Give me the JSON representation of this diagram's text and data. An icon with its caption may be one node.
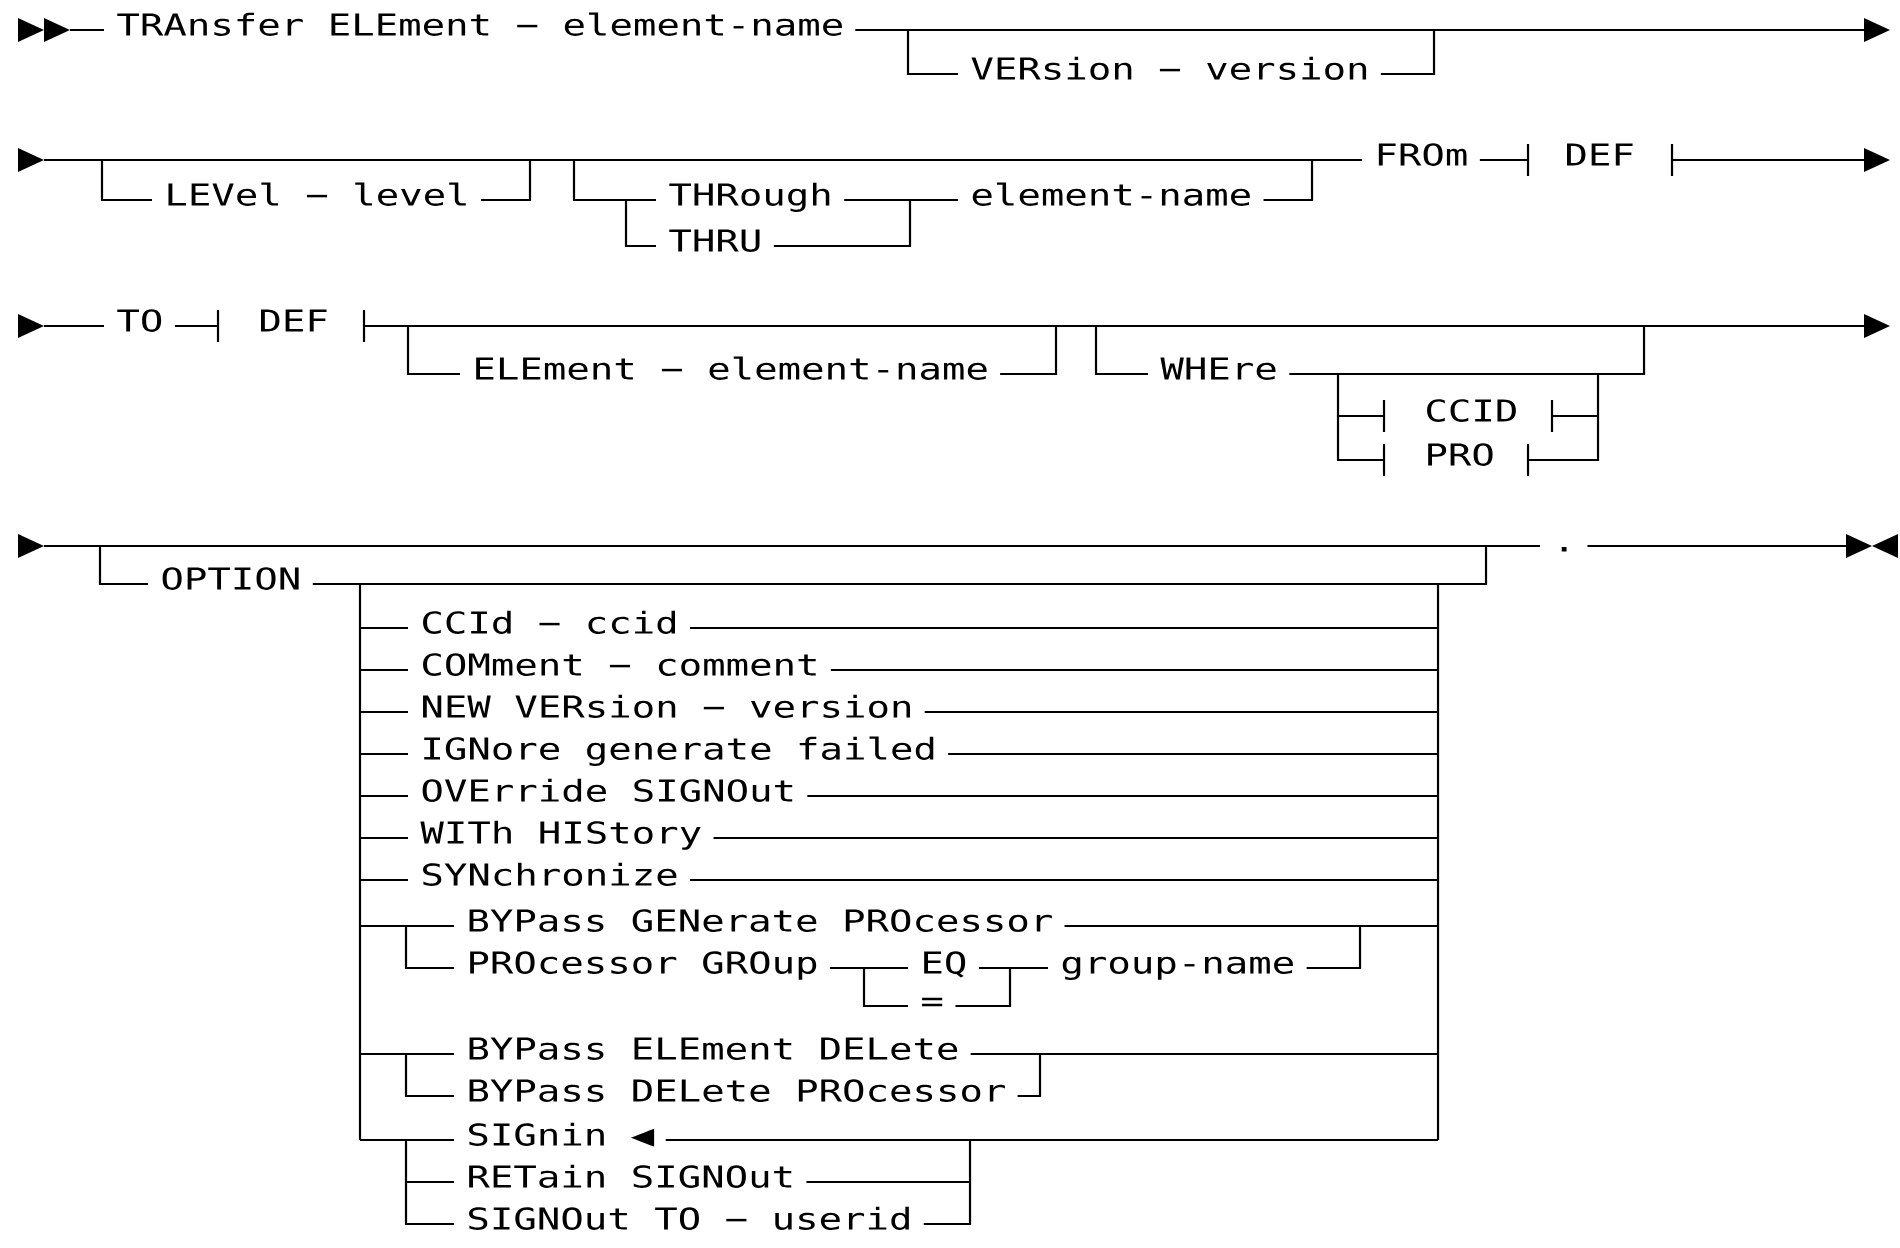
{
  "diagram": {
    "labels": [
      "TRAnsfer ELEment − element-name",
      "VERsion − version",
      "LEVel − level",
      "THRough",
      "THRU",
      "element-name",
      "FROm",
      "DEF",
      "TO",
      "DEF",
      "ELEment − element-name",
      "WHEre",
      "CCID",
      "PRO",
      "OPTION",
      ".",
      "CCId − ccid",
      "COMment − comment",
      "NEW VERsion − version",
      "IGNore generate failed",
      "OVErride SIGNOut",
      "WITh HIStory",
      "SYNchronize",
      "BYPass GENerate PROcessor",
      "PROcessor GROup",
      "EQ",
      "=",
      "group-name",
      "BYPass ELEment DELete",
      "BYPass DELete PROcessor",
      "SIGnin ◀",
      "RETain SIGNOut",
      "SIGNOut TO − userid"
    ]
  }
}
